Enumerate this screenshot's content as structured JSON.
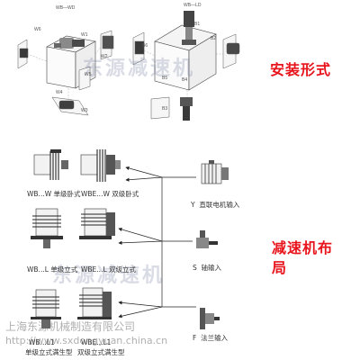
{
  "mounting": {
    "title": "安装形式",
    "label_wb_wd": "WB—WD",
    "label_wb_ld": "WB—LD",
    "pos": {
      "w1": "W1",
      "w2": "W2",
      "w3": "W3",
      "w4": "W4",
      "w5": "W5",
      "w6": "W6",
      "b1": "B1",
      "b2": "B2",
      "b3": "B3",
      "b4": "B4",
      "b5": "B5",
      "b6": "B6"
    }
  },
  "layout": {
    "title_line1": "减速机布",
    "title_line2": "局",
    "reducers": [
      {
        "code": "WB...W",
        "desc": "单级卧式"
      },
      {
        "code": "WBE...W",
        "desc": "双级卧式"
      },
      {
        "code": "WB...L",
        "desc": "单级立式"
      },
      {
        "code": "WBE...L",
        "desc": "双级立式"
      },
      {
        "code": "WB...L1",
        "desc": "单级立式满生型"
      },
      {
        "code": "WBE...L1",
        "desc": "双级立式满生型"
      }
    ],
    "inputs": [
      {
        "code": "Y",
        "desc": "直联电机输入"
      },
      {
        "code": "S",
        "desc": "轴输入"
      },
      {
        "code": "F",
        "desc": "法兰输入"
      }
    ]
  },
  "watermarks": {
    "top": "东源减速机",
    "middle": "东源减速机"
  },
  "footer": {
    "company": "上海东源机械制造有限公司",
    "url": "http://www.sxdongyuan.china.cn"
  },
  "colors": {
    "accent_red": "#e8141c",
    "line": "#222222"
  }
}
